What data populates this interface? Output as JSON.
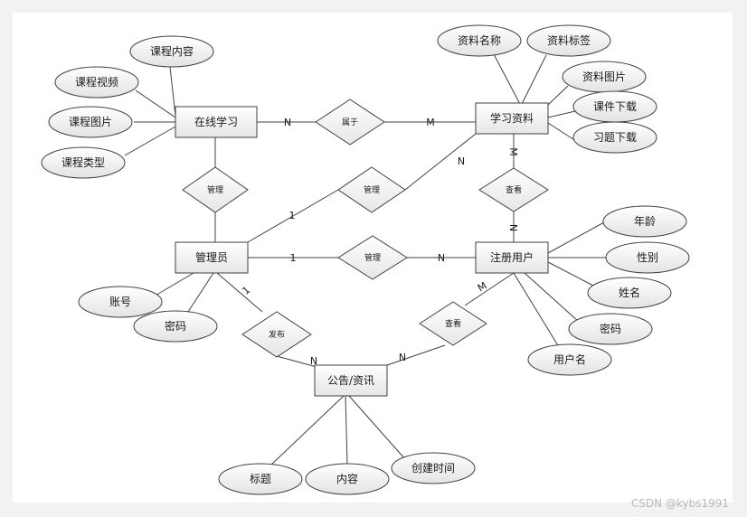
{
  "entities": {
    "online_learning": "在线学习",
    "study_material": "学习资料",
    "admin": "管理员",
    "registered_user": "注册用户",
    "announcement": "公告/资讯"
  },
  "attributes": {
    "course_content": "课程内容",
    "course_video": "课程视频",
    "course_image": "课程图片",
    "course_type": "课程类型",
    "material_name": "资料名称",
    "material_tag": "资料标签",
    "material_image": "资料图片",
    "courseware_download": "课件下载",
    "exercise_download": "习题下载",
    "age": "年龄",
    "gender": "性别",
    "name": "姓名",
    "user_password": "密码",
    "username": "用户名",
    "account": "账号",
    "admin_password": "密码",
    "title": "标题",
    "content": "内容",
    "created_time": "创建时间"
  },
  "relationships": {
    "belongs_to": "属于",
    "manage_online": "管理",
    "manage_material": "管理",
    "manage_user": "管理",
    "view_material": "查看",
    "publish": "发布",
    "view_announcement": "查看"
  },
  "cardinalities": {
    "online_belongs": "N",
    "material_belongs": "M",
    "admin_manage_material": "1",
    "material_manage_admin": "N",
    "material_view": "M",
    "user_view_material": "N",
    "admin_manage_user": "1",
    "user_managed": "N",
    "admin_publish": "1",
    "announcement_publish": "N",
    "announcement_view": "N",
    "user_view_announcement": "M"
  },
  "watermark": "CSDN @kybs1991"
}
